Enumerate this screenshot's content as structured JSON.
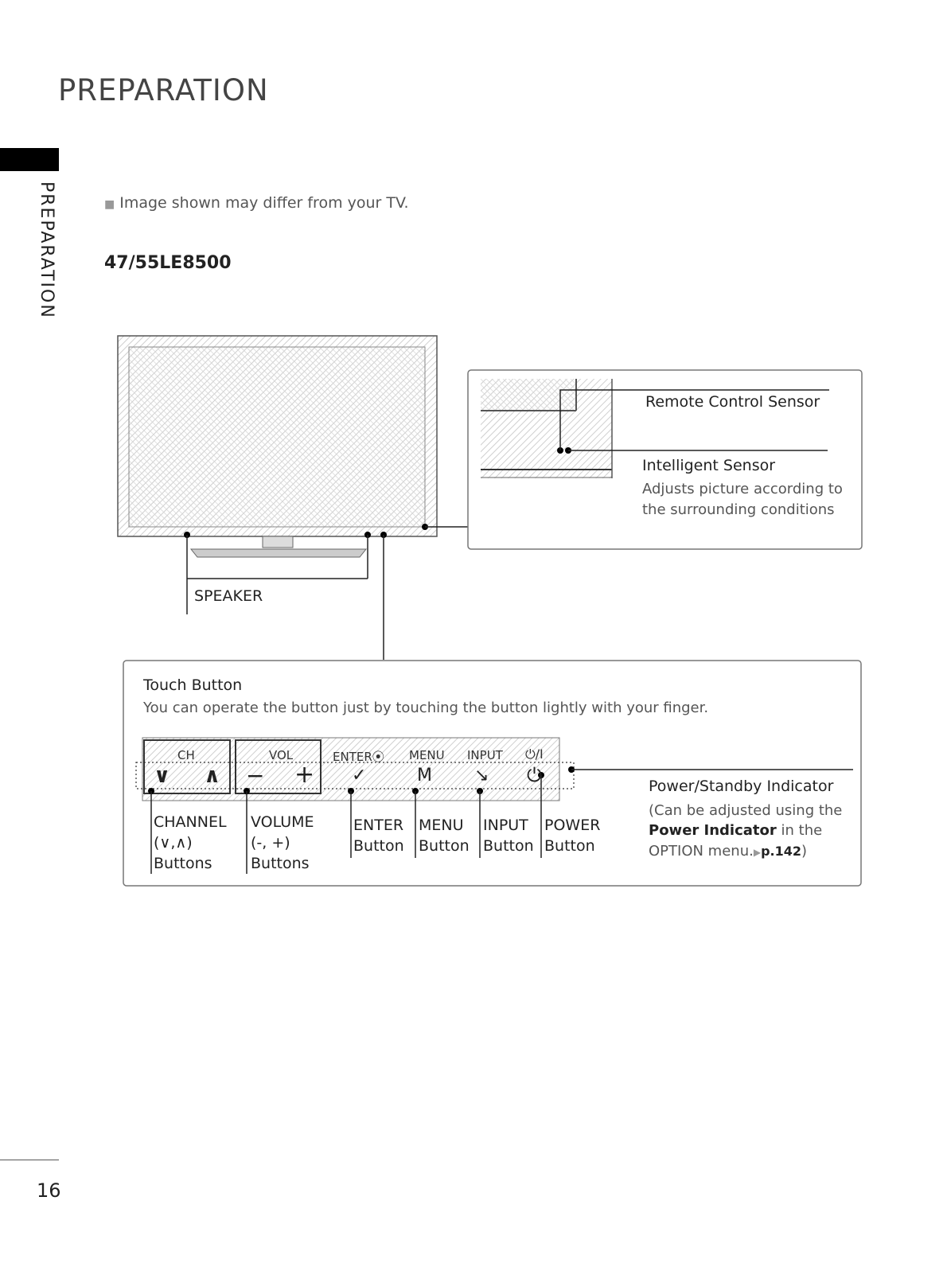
{
  "page": {
    "title": "PREPARATION",
    "side_label": "PREPARATION",
    "page_number": "16"
  },
  "note": "Image shown may differ from your TV.",
  "model": "47/55LE8500",
  "callouts": {
    "speaker": "SPEAKER",
    "remote_sensor": "Remote Control Sensor",
    "intelligent_sensor": "Intelligent Sensor",
    "intelligent_desc_1": "Adjusts picture according to",
    "intelligent_desc_2": "the surrounding conditions"
  },
  "touch": {
    "title": "Touch Button",
    "desc": "You can operate the button just by touching the button lightly with your finger.",
    "panel_labels": {
      "ch": "CH",
      "vol": "VOL",
      "enter": "ENTER⦿",
      "menu": "MENU",
      "input": "INPUT",
      "power": "⏻/I"
    },
    "panel_glyphs": {
      "down": "∨",
      "up": "∧",
      "minus": "−",
      "plus": "+",
      "check": "✓",
      "m": "M",
      "input": "↘",
      "power": "⏻"
    },
    "buttons": {
      "channel": [
        "CHANNEL",
        "(∨,∧)",
        "Buttons"
      ],
      "volume": [
        "VOLUME",
        "(-, +)",
        "Buttons"
      ],
      "enter": [
        "ENTER",
        "Button"
      ],
      "menu": [
        "MENU",
        "Button"
      ],
      "input": [
        "INPUT",
        "Button"
      ],
      "power": [
        "POWER",
        "Button"
      ]
    },
    "indicator": {
      "title": "Power/Standby Indicator",
      "line1": "(Can be adjusted using the",
      "line2_bold": "Power Indicator",
      "line2_rest": " in the",
      "line3": "OPTION menu.",
      "line3_arrow": "▶",
      "line3_ref": "p.142",
      "line3_close": ")"
    }
  }
}
